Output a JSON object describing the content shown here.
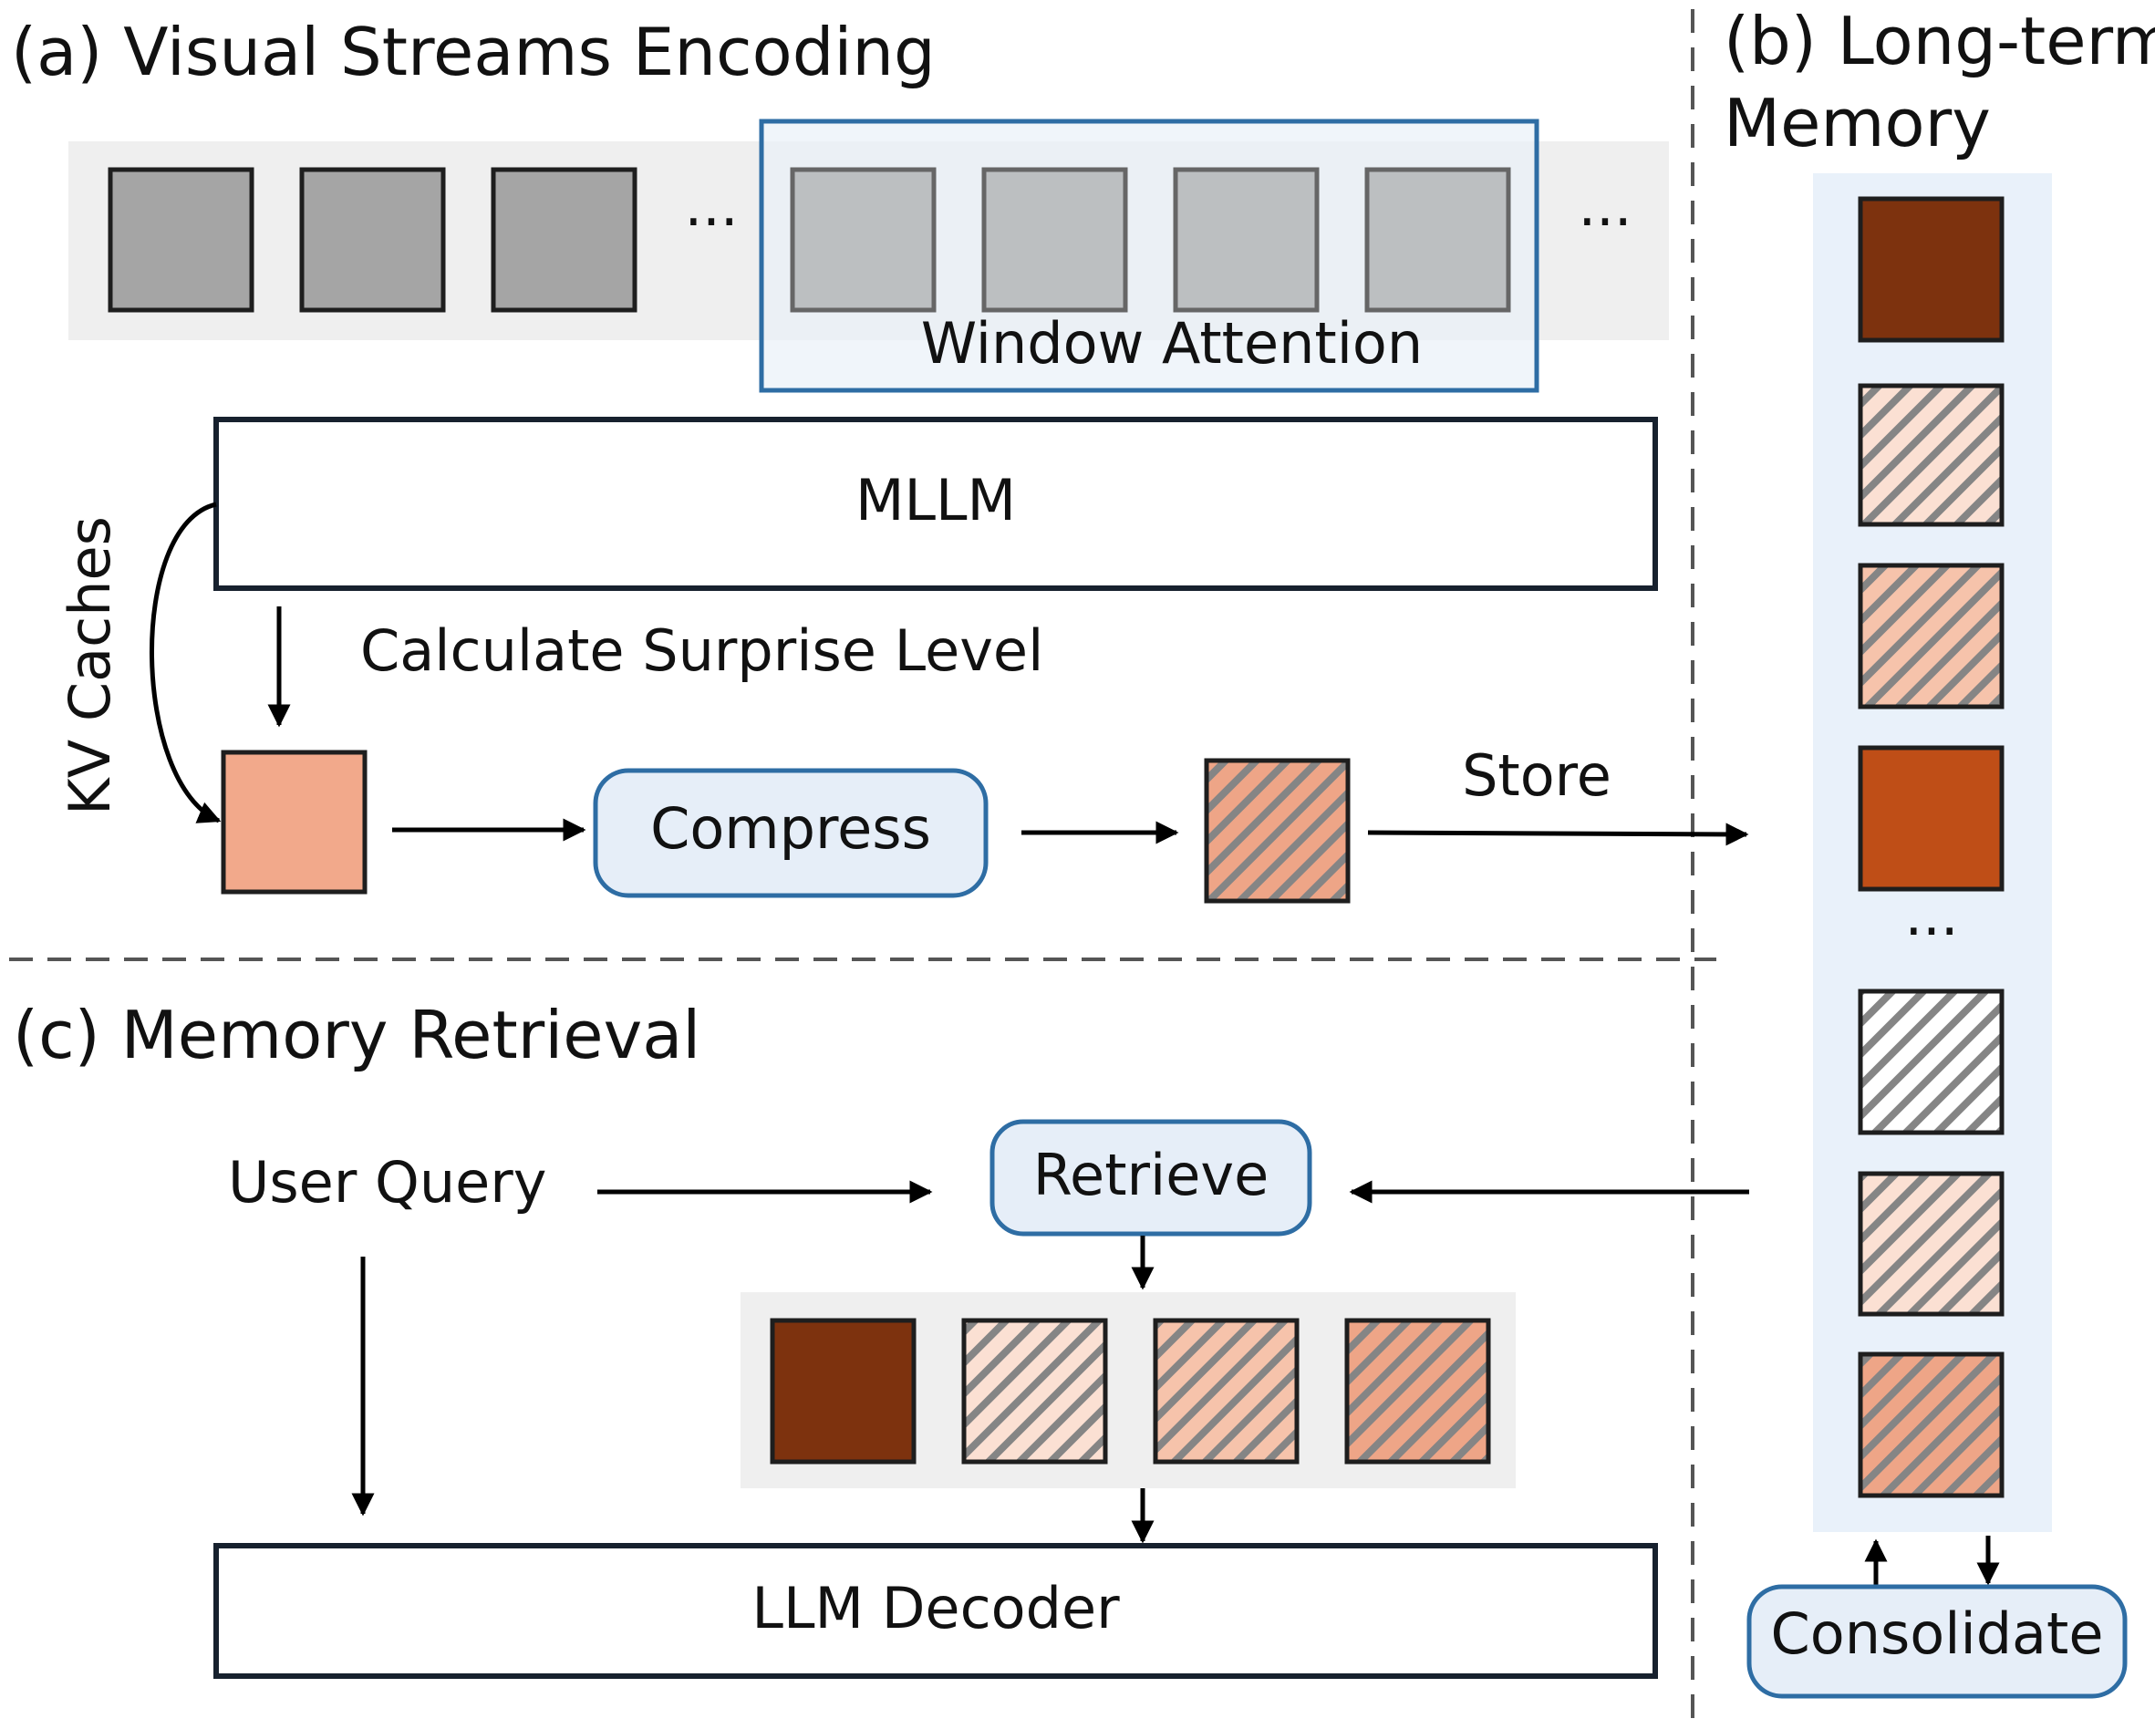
{
  "sections": {
    "a_title": "(a) Visual Streams Encoding",
    "b_title_line1": "(b) Long-term",
    "b_title_line2": "Memory",
    "c_title": "(c) Memory Retrieval"
  },
  "labels": {
    "ellipsis": "...",
    "window_attention": "Window Attention",
    "mllm": "MLLM",
    "kv_caches": "KV Caches",
    "calculate_surprise": "Calculate Surprise Level",
    "compress": "Compress",
    "store": "Store",
    "user_query": "User Query",
    "retrieve": "Retrieve",
    "llm_decoder": "LLM Decoder",
    "consolidate": "Consolidate"
  },
  "colors": {
    "frame_dark": "#a5a5a5",
    "frame_light": "#bcbfc1",
    "strip_bg": "#efefef",
    "window_fill": "#e8f0f8",
    "window_stroke": "#2e6da4",
    "box_stroke": "#17212e",
    "button_fill": "#e6eef8",
    "memory_bg": "#e9f1fa",
    "token_salmon": "#f2a98b",
    "token_dark_brown": "#7d320e",
    "token_rust": "#bf4e17",
    "hatch_light": "#fbe0d3",
    "hatch_mid": "#f6c3ab",
    "hatch_salmon": "#eea587",
    "hatch_white": "#ffffff",
    "hatch_line": "#858585"
  }
}
